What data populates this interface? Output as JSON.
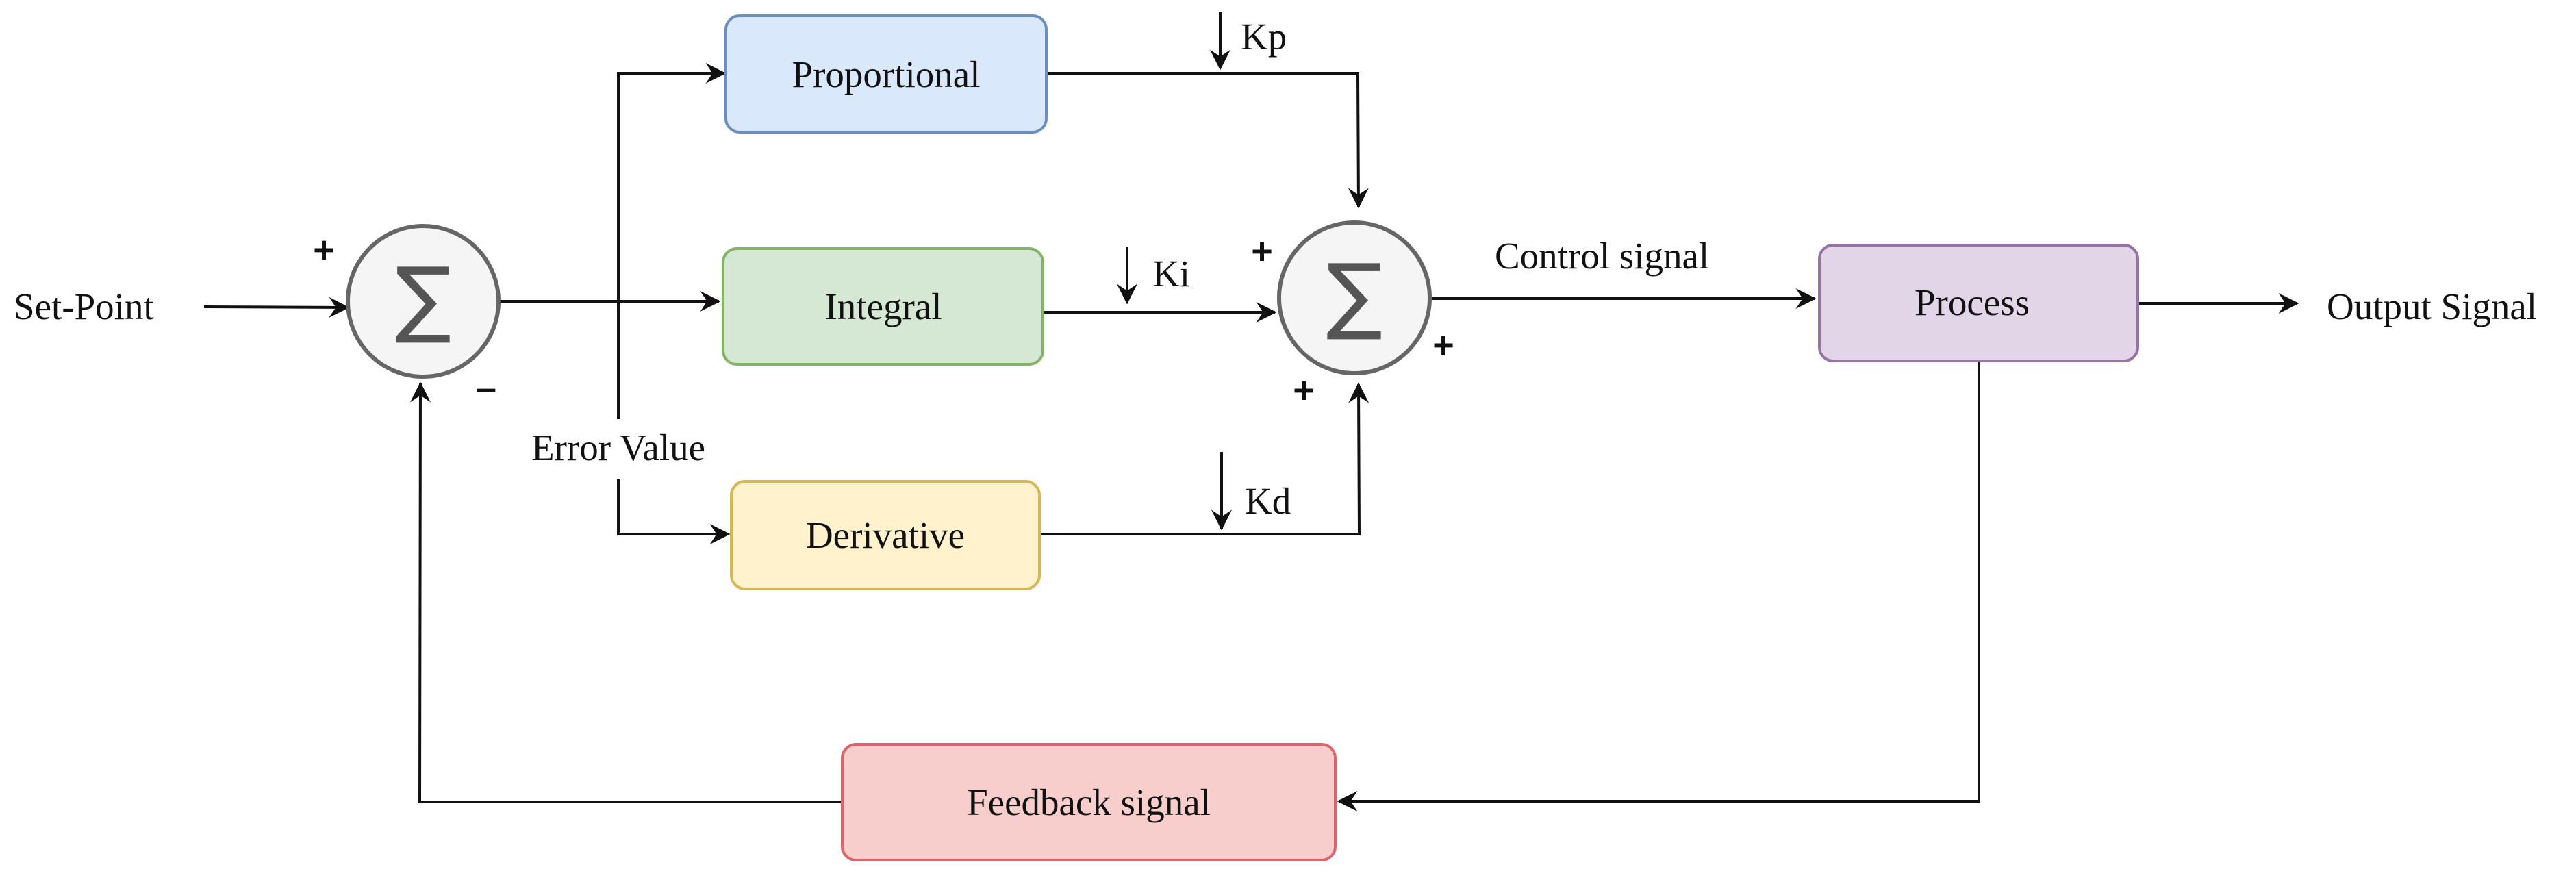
{
  "inputs": {
    "set_point": "Set-Point"
  },
  "outputs": {
    "output_signal": "Output Signal"
  },
  "labels": {
    "error_value": "Error Value",
    "control_signal": "Control signal"
  },
  "blocks": {
    "proportional": {
      "label": "Proportional",
      "fill": "#dae8fc",
      "stroke": "#6c8ebf"
    },
    "integral": {
      "label": "Integral",
      "fill": "#d5e8d4",
      "stroke": "#82b366"
    },
    "derivative": {
      "label": "Derivative",
      "fill": "#fff2cc",
      "stroke": "#d6b656"
    },
    "process": {
      "label": "Process",
      "fill": "#e1d5e7",
      "stroke": "#9673a6"
    },
    "feedback": {
      "label": "Feedback signal",
      "fill": "#f8cecc",
      "stroke": "#e0636b"
    }
  },
  "gains": {
    "kp": "Kp",
    "ki": "Ki",
    "kd": "Kd"
  },
  "summers": {
    "symbol": "∑",
    "fill": "#f5f5f5",
    "stroke": "#666666",
    "error_sum_signs": {
      "plus": "+",
      "minus": "–"
    },
    "control_sum_signs": {
      "left": "+",
      "bottom": "+",
      "right": "+"
    }
  }
}
